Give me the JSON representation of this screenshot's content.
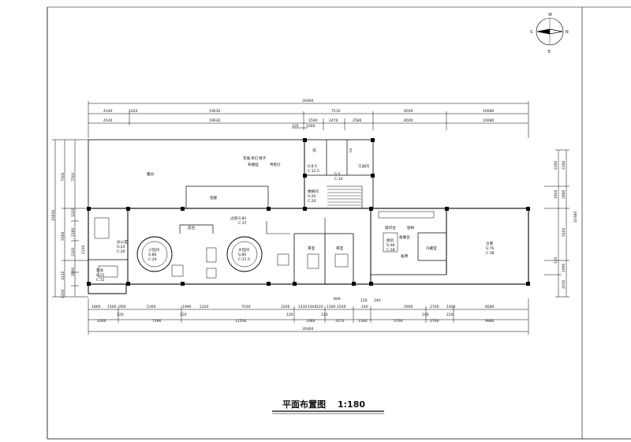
{
  "title": "平面布置图",
  "scale": "1:180",
  "compass": {
    "north": "W",
    "south": "E",
    "west": "S",
    "east": "N"
  },
  "dimensions": {
    "overall_top": "30460",
    "top_row1": [
      "4140",
      "1020",
      "19630",
      "7510",
      "8500",
      "10080"
    ],
    "top_row2": [
      "4140",
      "19630",
      "1590",
      "2470",
      "2580",
      "8500",
      "10080"
    ],
    "top_row3": [
      "120",
      "1000"
    ],
    "left_outer": [
      "15630"
    ],
    "left_inner": [
      "7500",
      "1200",
      "5560",
      "2180",
      "2100",
      "3210",
      "2890",
      "1130",
      "1200"
    ],
    "right_outer": [
      "10380"
    ],
    "right_inner": [
      "2260",
      "1800",
      "2880",
      "5400",
      "120",
      "2990",
      "2030"
    ],
    "bottom_row1": [
      "1860",
      "1500",
      "900",
      "5300",
      "1990",
      "2320",
      "7030",
      "2200",
      "1430",
      "1400",
      "120",
      "1300",
      "2240",
      "240",
      "2900",
      "2700",
      "1400",
      "8580"
    ],
    "bottom_row2": [
      "4260",
      "120",
      "7290",
      "120",
      "11550",
      "120",
      "3360",
      "120",
      "3170",
      "1340",
      "5700",
      "100",
      "2700",
      "220",
      "9980"
    ],
    "bottom_extra": [
      "800",
      "120",
      "240"
    ],
    "overall_bottom": "30460"
  },
  "rooms": {
    "terrace": "露台",
    "corridor": "连廊",
    "dish_labels": [
      "花瓶",
      "吊灯",
      "椅子"
    ],
    "stage": "布幔挂",
    "stage2": "吊柜灯",
    "office": {
      "name": "办公室",
      "s": "S:24",
      "c": "C:20"
    },
    "small_hall": {
      "name": "小包间",
      "s": "S:86",
      "c": "C:29"
    },
    "big_hall": {
      "name": "大包间",
      "s": "S:80",
      "c": "C:37.5"
    },
    "lobby": {
      "name": "过道",
      "s": "S:82",
      "c": "C:37"
    },
    "restroom": {
      "name": "客房",
      "s": "S:15",
      "c": "C:15"
    },
    "tea1": "茶室",
    "tea2": "茶室",
    "wash": {
      "s": "S:8.5",
      "c": "C:12.5"
    },
    "wc": {
      "s": "S:5",
      "c": "C:10"
    },
    "stair": {
      "name": "楼梯间",
      "s": "S:20",
      "c": "C:20"
    },
    "kitchen": {
      "name": "厨房",
      "s": "S:48",
      "c": "C:28"
    },
    "warehouse": {
      "name": "仓库",
      "s": "S:76",
      "c": "C:38"
    },
    "cold": "冷藏室",
    "prep": "备餐台",
    "small_labels": [
      "洗",
      "卫",
      "工具间",
      "前台",
      "操作台",
      "留样",
      "备用"
    ]
  }
}
